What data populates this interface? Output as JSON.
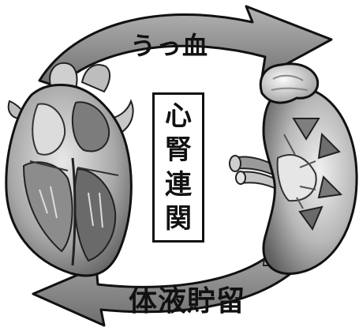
{
  "labels": {
    "top": "うっ血",
    "bottom": "体液貯留"
  },
  "center_box": {
    "chars": [
      "心",
      "腎",
      "連",
      "関"
    ]
  },
  "icons": {
    "left": "heart-anatomy-icon",
    "right": "kidney-anatomy-icon",
    "top_arrow": "curved-arrow-right-icon",
    "bottom_arrow": "curved-arrow-left-icon"
  },
  "colors": {
    "arrow_fill": "#8a8a8a",
    "arrow_stroke": "#111111",
    "organ_light": "#d6d6d6",
    "organ_mid": "#a0a0a0",
    "organ_dark": "#4a4a4a"
  }
}
